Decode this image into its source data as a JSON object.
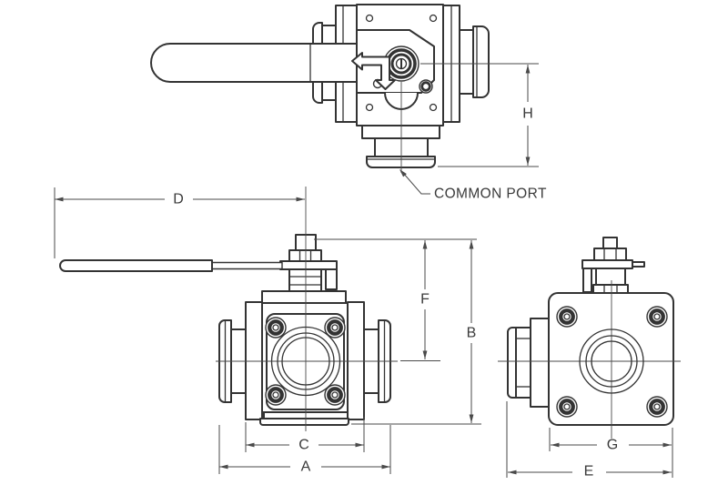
{
  "drawing": {
    "background_color": "#ffffff",
    "line_color": "#333333",
    "dimension_color": "#4a4a4a",
    "text_color": "#3a3a3a",
    "dimension_labels": {
      "A": "A",
      "B": "B",
      "C": "C",
      "D": "D",
      "E": "E",
      "F": "F",
      "G": "G",
      "H": "H"
    },
    "callouts": {
      "common_port": "COMMON PORT"
    },
    "icons": {
      "flow_direction": "elbow-arrow-left-down-icon"
    }
  }
}
